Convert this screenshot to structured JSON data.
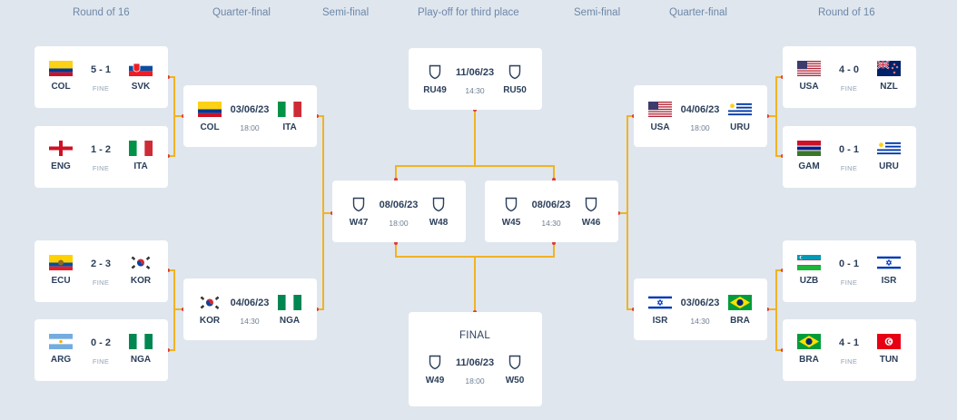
{
  "stages": {
    "r16_left": "Round of 16",
    "qf_left": "Quarter-final",
    "sf_left": "Semi-final",
    "third_place": "Play-off for third place",
    "sf_right": "Semi-final",
    "qf_right": "Quarter-final",
    "r16_right": "Round of 16"
  },
  "matches": {
    "r16_1": {
      "home": "COL",
      "away": "SVK",
      "score": "5 - 1",
      "status": "FINE",
      "home_flag": "colombia-flag",
      "away_flag": "slovakia-flag"
    },
    "r16_2": {
      "home": "ENG",
      "away": "ITA",
      "score": "1 - 2",
      "status": "FINE",
      "home_flag": "england-flag",
      "away_flag": "italy-flag"
    },
    "r16_3": {
      "home": "ECU",
      "away": "KOR",
      "score": "2 - 3",
      "status": "FINE",
      "home_flag": "ecuador-flag",
      "away_flag": "south-korea-flag"
    },
    "r16_4": {
      "home": "ARG",
      "away": "NGA",
      "score": "0 - 2",
      "status": "FINE",
      "home_flag": "argentina-flag",
      "away_flag": "nigeria-flag"
    },
    "r16_5": {
      "home": "USA",
      "away": "NZL",
      "score": "4 - 0",
      "status": "FINE",
      "home_flag": "usa-flag",
      "away_flag": "new-zealand-flag"
    },
    "r16_6": {
      "home": "GAM",
      "away": "URU",
      "score": "0 - 1",
      "status": "FINE",
      "home_flag": "gambia-flag",
      "away_flag": "uruguay-flag"
    },
    "r16_7": {
      "home": "UZB",
      "away": "ISR",
      "score": "0 - 1",
      "status": "FINE",
      "home_flag": "uzbekistan-flag",
      "away_flag": "israel-flag"
    },
    "r16_8": {
      "home": "BRA",
      "away": "TUN",
      "score": "4 - 1",
      "status": "FINE",
      "home_flag": "brazil-flag",
      "away_flag": "tunisia-flag"
    },
    "qf_1": {
      "home": "COL",
      "away": "ITA",
      "date": "03/06/23",
      "time": "18:00"
    },
    "qf_2": {
      "home": "KOR",
      "away": "NGA",
      "date": "04/06/23",
      "time": "14:30"
    },
    "qf_3": {
      "home": "USA",
      "away": "URU",
      "date": "04/06/23",
      "time": "18:00"
    },
    "qf_4": {
      "home": "ISR",
      "away": "BRA",
      "date": "03/06/23",
      "time": "14:30"
    },
    "sf_1": {
      "home": "W47",
      "away": "W48",
      "date": "08/06/23",
      "time": "18:00"
    },
    "sf_2": {
      "home": "W45",
      "away": "W46",
      "date": "08/06/23",
      "time": "14:30"
    },
    "third": {
      "home": "RU49",
      "away": "RU50",
      "date": "11/06/23",
      "time": "14:30"
    },
    "final": {
      "label": "FINAL",
      "home": "W49",
      "away": "W50",
      "date": "11/06/23",
      "time": "18:00"
    }
  },
  "colors": {
    "background": "#dfe6ee",
    "connector": "#f0b323",
    "dot": "#e03c31",
    "text_dark": "#2b3f5a",
    "stage_label": "#6d87a8"
  }
}
